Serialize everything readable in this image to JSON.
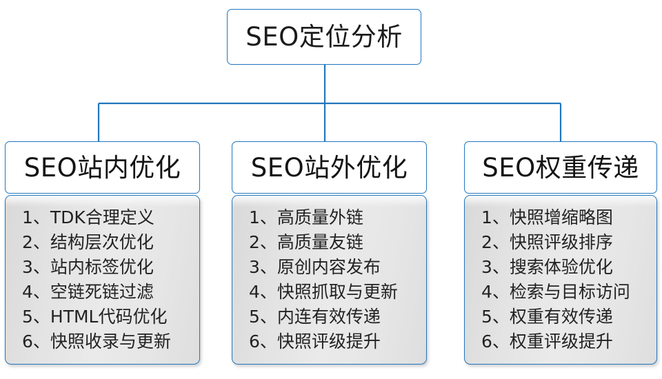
{
  "diagram": {
    "title": "SEO定位分析",
    "line_color": "#2176bd",
    "header_bg": "#ffffff",
    "body_bg": "#e6e6e6",
    "text_color": "#1b1b1b"
  },
  "root": {
    "label": "SEO定位分析"
  },
  "branches": [
    {
      "header": "SEO站内优化",
      "items": [
        {
          "num": "1、",
          "text": "TDK合理定义"
        },
        {
          "num": "2、",
          "text": "结构层次优化"
        },
        {
          "num": "3、",
          "text": "站内标签优化"
        },
        {
          "num": "4、",
          "text": "空链死链过滤"
        },
        {
          "num": "5、",
          "text": "HTML代码优化"
        },
        {
          "num": "6、",
          "text": "快照收录与更新"
        }
      ]
    },
    {
      "header": "SEO站外优化",
      "items": [
        {
          "num": "1、",
          "text": "高质量外链"
        },
        {
          "num": "2、",
          "text": "高质量友链"
        },
        {
          "num": "3、",
          "text": "原创内容发布"
        },
        {
          "num": "4、",
          "text": "快照抓取与更新"
        },
        {
          "num": "5、",
          "text": "内连有效传递"
        },
        {
          "num": "6、",
          "text": "快照评级提升"
        }
      ]
    },
    {
      "header": "SEO权重传递",
      "items": [
        {
          "num": "1、",
          "text": "快照增缩略图"
        },
        {
          "num": "2、",
          "text": "快照评级排序"
        },
        {
          "num": "3、",
          "text": "搜索体验优化"
        },
        {
          "num": "4、",
          "text": "检索与目标访问"
        },
        {
          "num": "5、",
          "text": "权重有效传递"
        },
        {
          "num": "6、",
          "text": "权重评级提升"
        }
      ]
    }
  ]
}
